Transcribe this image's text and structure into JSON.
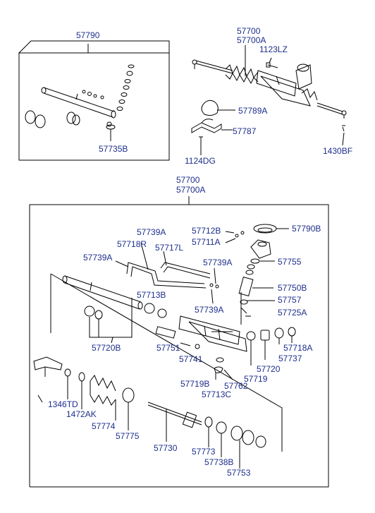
{
  "labels": {
    "l57790": "57790",
    "l57735B": "57735B",
    "l57700_top": "57700",
    "l57700A_top": "57700A",
    "l1123LZ": "1123LZ",
    "l57789A": "57789A",
    "l57787": "57787",
    "l1124DG": "1124DG",
    "l1430BF": "1430BF",
    "l57700_mid": "57700",
    "l57700A_mid": "57700A",
    "l57739A_1": "57739A",
    "l57718R": "57718R",
    "l57717L": "57717L",
    "l57712B": "57712B",
    "l57711A": "57711A",
    "l57790B": "57790B",
    "l57739A_2": "57739A",
    "l57739A_3": "57739A",
    "l57755": "57755",
    "l57713B": "57713B",
    "l57750B": "57750B",
    "l57739A_4": "57739A",
    "l57757": "57757",
    "l57725A": "57725A",
    "l57720B": "57720B",
    "l57751": "57751",
    "l57718A": "57718A",
    "l57737": "57737",
    "l57741": "57741",
    "l57720": "57720",
    "l57719": "57719",
    "l57719B": "57719B",
    "l57762": "57762",
    "l57713C": "57713C",
    "l1346TD": "1346TD",
    "l1472AK": "1472AK",
    "l57774": "57774",
    "l57775": "57775",
    "l57730": "57730",
    "l57773": "57773",
    "l57738B": "57738B",
    "l57753": "57753"
  },
  "colors": {
    "label": "#1d2e8c",
    "line": "#000000"
  }
}
